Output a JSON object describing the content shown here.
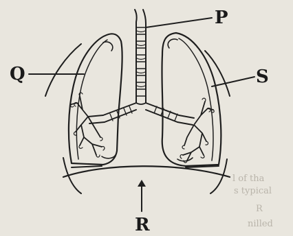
{
  "labels": {
    "P": "P",
    "Q": "Q",
    "R": "R",
    "S": "S"
  },
  "colors": {
    "paper": "#e9e6de",
    "ink": "#1e1e1e",
    "bleed_through": "#b9b4aa"
  },
  "bleed_through_text": {
    "line1": "l of tha",
    "line2": "s typical",
    "line3": "R",
    "line4": "nilled"
  }
}
